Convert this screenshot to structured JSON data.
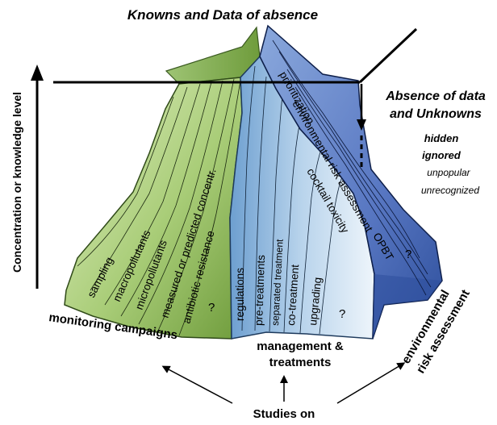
{
  "title": "Knowns and Data of absence",
  "y_axis_label": "Concentration or knowledge level",
  "absence": {
    "heading_line1": "Absence of data",
    "heading_line2": "and Unknowns",
    "levels": [
      "hidden",
      "ignored",
      "unpopular",
      "unrecognized"
    ]
  },
  "faces": {
    "monitoring": {
      "name": "monitoring campaigns",
      "color": "#9cc56b",
      "items": [
        "sampling",
        "macropollutants",
        "micropollutants",
        "measured or predicted concentr.",
        "antibiotic resistance",
        "?"
      ]
    },
    "management": {
      "name_line1": "management &",
      "name_line2": "treatments",
      "color": "#8fb6d8",
      "items": [
        "regulations",
        "pre-treatments",
        "separated treatment",
        "co-treatment",
        "upgrading",
        "?"
      ]
    },
    "risk": {
      "name_line1": "environmental",
      "name_line2": "risk assessment",
      "color": "#4f6fb8",
      "items": [
        "prioritization",
        "environmental risk assessment",
        "cocktail toxicity",
        "OPBT",
        "?"
      ]
    }
  },
  "bottom_label": "Studies on",
  "colors": {
    "green_light": "#d6e8b0",
    "green_dark": "#6f9c3c",
    "blue_light": "#dceaf5",
    "blue_mid": "#7fa8d6",
    "blue_dark": "#2e4f9c",
    "line": "#000000"
  }
}
